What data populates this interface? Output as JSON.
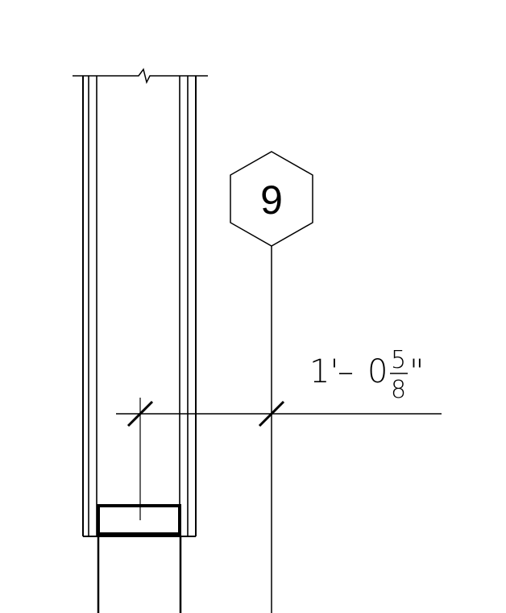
{
  "detail": {
    "tag": {
      "number": "9",
      "shape": "hexagon"
    },
    "dimension": {
      "feet": "1'",
      "separator": "–",
      "inches": "0",
      "fraction_numerator": "5",
      "fraction_denominator": "8",
      "inch_mark": "\""
    },
    "colors": {
      "line": "#000000",
      "background": "#ffffff"
    }
  }
}
